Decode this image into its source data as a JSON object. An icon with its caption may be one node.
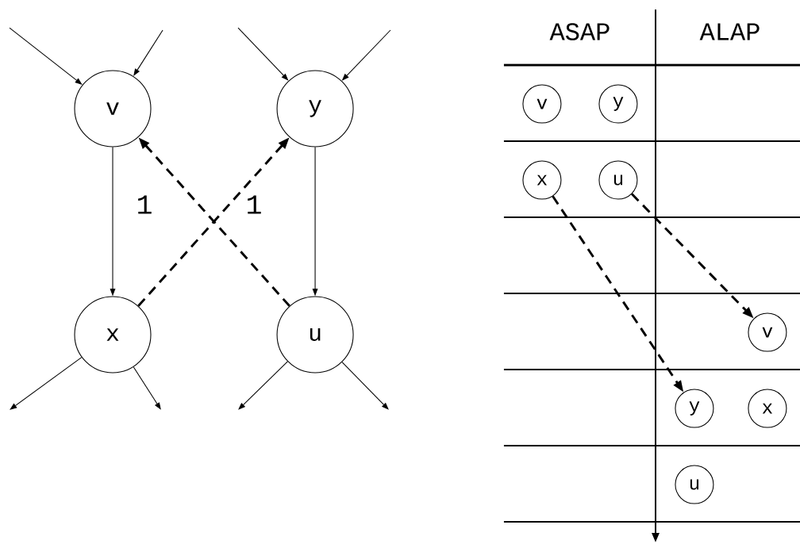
{
  "diagram": {
    "nodes": [
      {
        "text": [
          "v"
        ]
      },
      {
        "text": [
          "y"
        ]
      },
      {
        "text": [
          "x"
        ]
      },
      {
        "text": [
          "u"
        ]
      },
      {
        "text": [
          "v"
        ]
      },
      {
        "text": [
          "y"
        ]
      },
      {
        "text": [
          "x"
        ]
      },
      {
        "text": [
          "u"
        ]
      },
      {
        "text": [
          "v"
        ]
      },
      {
        "text": [
          "y"
        ]
      },
      {
        "text": [
          "x"
        ]
      },
      {
        "text": [
          "u"
        ]
      }
    ],
    "edges": [
      {
        "from": 0,
        "to": 2,
        "arrow": "to"
      },
      {
        "from": 1,
        "to": 3,
        "arrow": "to"
      },
      {
        "from": 2,
        "to": 1,
        "arrow": "to",
        "style": "dashed",
        "label": "1"
      },
      {
        "from": 3,
        "to": 0,
        "arrow": "to",
        "style": "dashed",
        "label": "1"
      },
      {
        "from": null,
        "to": 0,
        "arrow": "to"
      },
      {
        "from": null,
        "to": 0,
        "arrow": "to"
      },
      {
        "from": null,
        "to": 1,
        "arrow": "to"
      },
      {
        "from": null,
        "to": 1,
        "arrow": "to"
      },
      {
        "from": 2,
        "to": null,
        "arrow": "to"
      },
      {
        "from": 2,
        "to": null,
        "arrow": "to"
      },
      {
        "from": 3,
        "to": null,
        "arrow": "to"
      },
      {
        "from": 3,
        "to": null,
        "arrow": "to"
      },
      {
        "from": 6,
        "to": 9,
        "arrow": "to",
        "style": "dashed"
      },
      {
        "from": 7,
        "to": 8,
        "arrow": "to",
        "style": "dashed"
      }
    ],
    "labels": [
      "ASAP",
      "ALAP"
    ]
  }
}
